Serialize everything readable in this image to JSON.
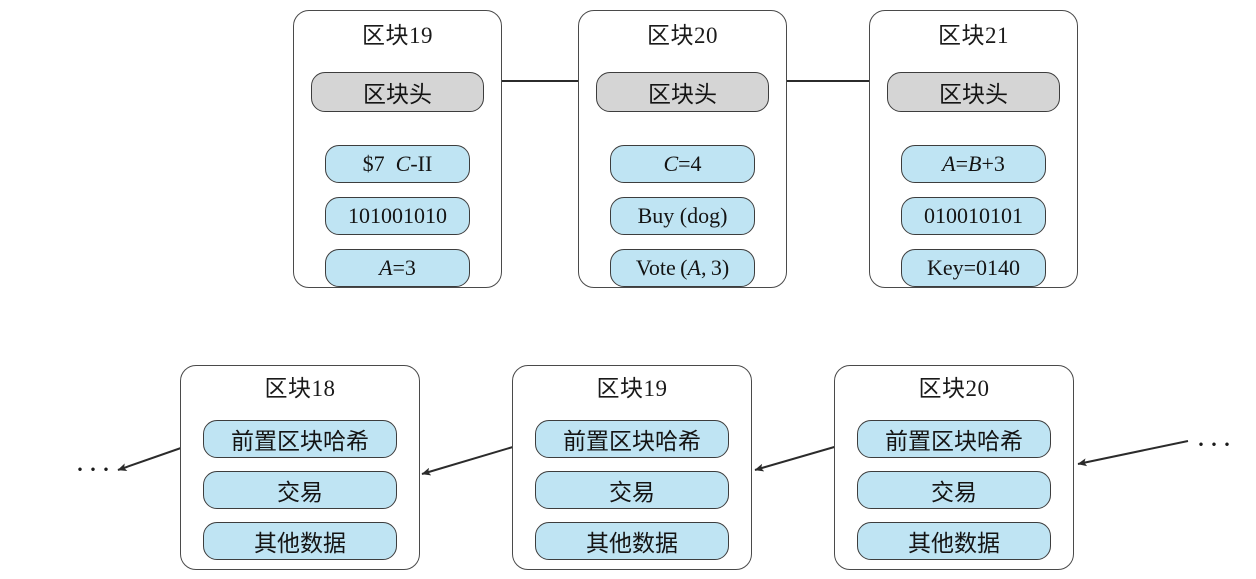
{
  "diagram": {
    "title_row_top": "blockchain-detailed-blocks",
    "title_row_bottom": "blockchain-generic-blocks",
    "colors": {
      "header_fill": "#d5d5d5",
      "data_fill": "#bfe4f3",
      "stroke": "#4a4a4a",
      "background": "#ffffff"
    }
  },
  "top_row": {
    "blocks": [
      {
        "title": "区块19",
        "header_label": "区块头",
        "rows": [
          "$7  C-II",
          "101001010",
          "A=3"
        ]
      },
      {
        "title": "区块20",
        "header_label": "区块头",
        "rows": [
          "C=4",
          "Buy (dog)",
          "Vote (A, 3)"
        ]
      },
      {
        "title": "区块21",
        "header_label": "区块头",
        "rows": [
          "A=B+3",
          "010010101",
          "Key=0140"
        ]
      }
    ]
  },
  "bottom_row": {
    "blocks": [
      {
        "title": "区块18",
        "rows": [
          "前置区块哈希",
          "交易",
          "其他数据"
        ]
      },
      {
        "title": "区块19",
        "rows": [
          "前置区块哈希",
          "交易",
          "其他数据"
        ]
      },
      {
        "title": "区块20",
        "rows": [
          "前置区块哈希",
          "交易",
          "其他数据"
        ]
      }
    ],
    "ellipsis_left": "···",
    "ellipsis_right": "···"
  }
}
